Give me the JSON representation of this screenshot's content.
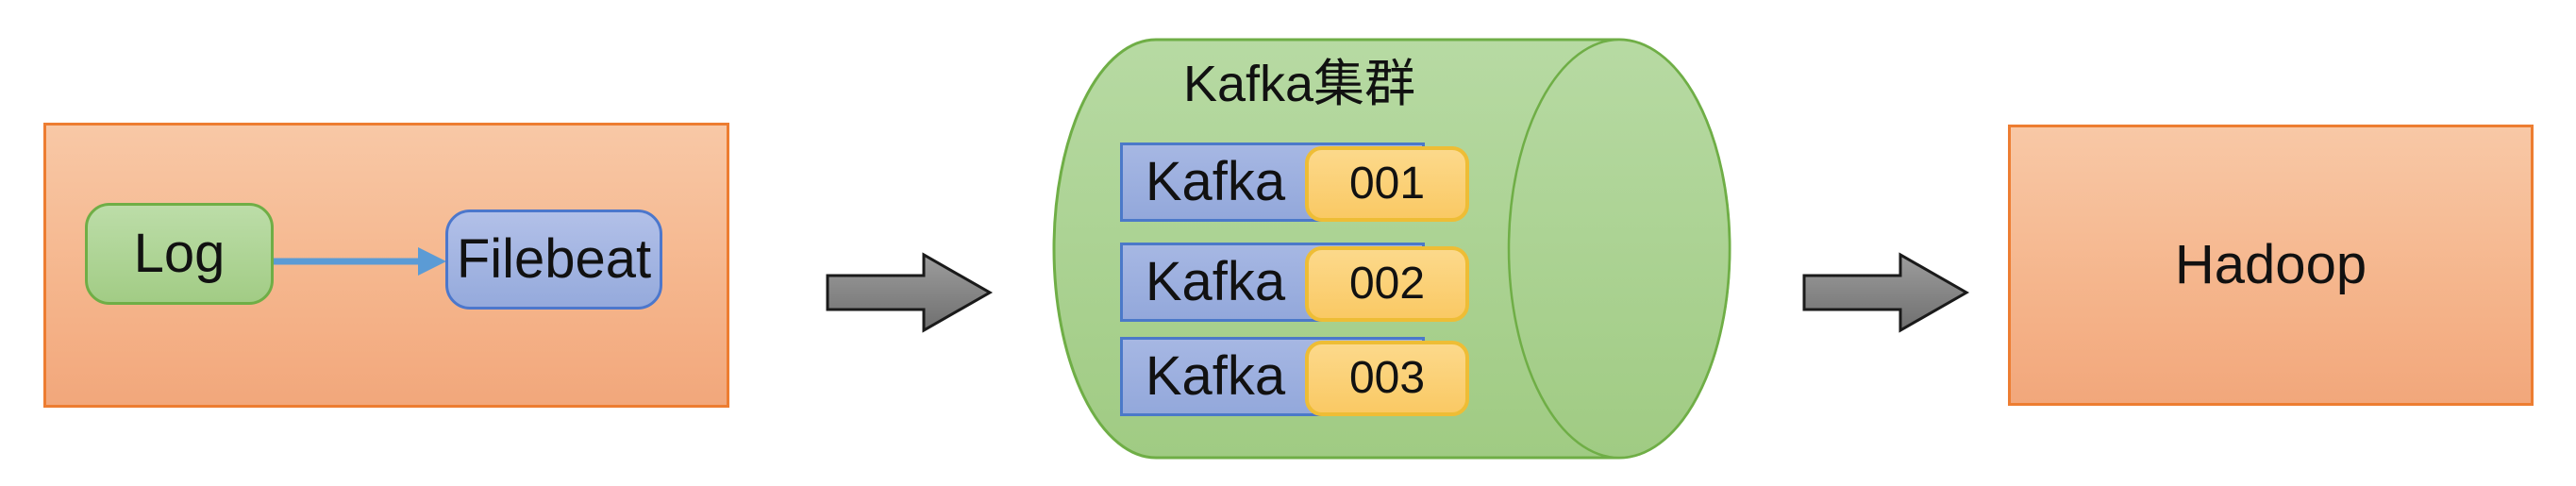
{
  "source_group": {
    "log_label": "Log",
    "filebeat_label": "Filebeat"
  },
  "kafka_cluster": {
    "title": "Kafka集群",
    "nodes": [
      {
        "name": "Kafka",
        "id": "001"
      },
      {
        "name": "Kafka",
        "id": "002"
      },
      {
        "name": "Kafka",
        "id": "003"
      }
    ]
  },
  "sink": {
    "label": "Hadoop"
  },
  "colors": {
    "panel_orange_fill": "#F5B68D",
    "panel_orange_border": "#ED7D31",
    "green_fill": "#A9D18E",
    "green_border": "#70AD47",
    "blue_fill": "#9BAEDE",
    "blue_border": "#4472C4",
    "badge_yellow_fill": "#FBD175",
    "badge_yellow_border": "#EEBD35",
    "connector_blue": "#5B9BD5",
    "flow_arrow_gray": "#8C8C8C",
    "flow_arrow_outline": "#1A1A1A",
    "text": "#111111"
  }
}
